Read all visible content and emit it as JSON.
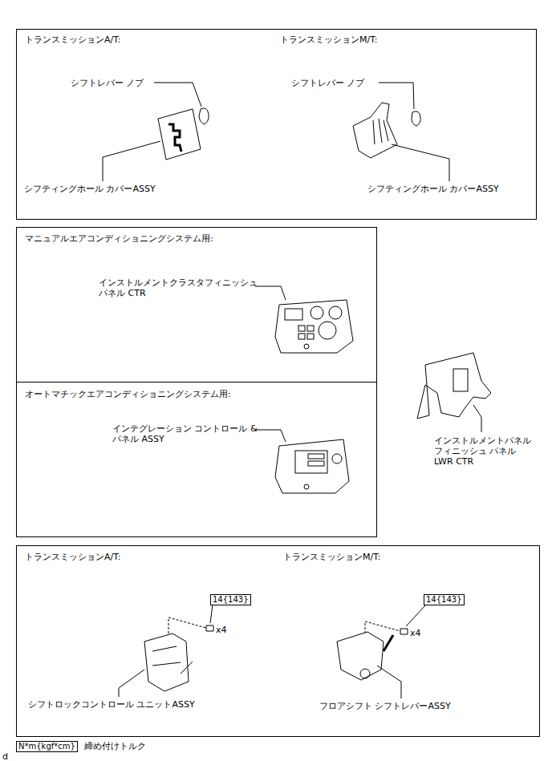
{
  "diagram": {
    "nodes": [
      {
        "text": [
          "トランスミッションA/T:",
          "トランスミッションM/T:"
        ]
      },
      {
        "text": [
          "マニュアルエアコンディショニングシステム用:"
        ]
      },
      {
        "text": [
          "オートマチックエアコンディショニングシステム用:"
        ]
      },
      {
        "text": [
          "トランスミッションA/T:",
          "トランスミッションM/T:"
        ]
      },
      {
        "text": [
          "14{143}"
        ],
        "in": 3
      },
      {
        "text": [
          "14{143}"
        ],
        "in": 3
      },
      {
        "text": [
          "N*m{kgf*cm}"
        ]
      }
    ],
    "labels": [
      "シフトレバー ノブ",
      "シフティングホール カバーASSY",
      "シフトレバー ノブ",
      "シフティングホール カバーASSY",
      "インストルメントクラスタフィニッシュ パネル CTR",
      "インテグレーション コントロール & パネル ASSY",
      "インストルメントパネル フィニッシュ パネル LWR CTR",
      "x4",
      "x4",
      "シフトロックコントロール ユニットASSY",
      "フロアシフト シフトレバーASSY",
      "締め付けトルク",
      "d"
    ]
  }
}
